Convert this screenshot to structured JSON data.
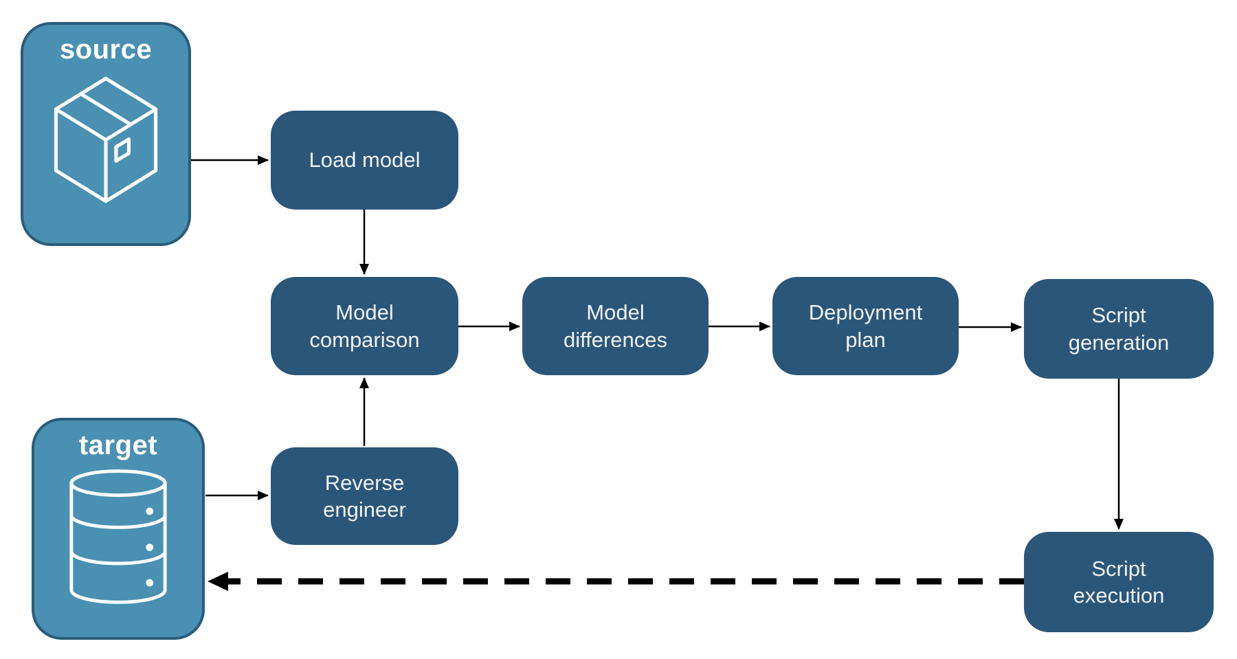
{
  "diagram": {
    "colors": {
      "endpoint_fill": "#4A90B2",
      "endpoint_border": "#2A5C7A",
      "process_fill": "#2A5679",
      "endpoint_text": "#FFFFFF",
      "process_text": "#F0F4F7",
      "arrow": "#000000",
      "background": "#FFFFFF"
    },
    "endpoints": [
      {
        "id": "source",
        "label": "source",
        "icon": "package-icon"
      },
      {
        "id": "target",
        "label": "target",
        "icon": "database-icon"
      }
    ],
    "steps": [
      {
        "id": "load-model",
        "label": "Load model"
      },
      {
        "id": "model-comparison",
        "label": "Model comparison"
      },
      {
        "id": "model-differences",
        "label": "Model differences"
      },
      {
        "id": "deployment-plan",
        "label": "Deployment plan"
      },
      {
        "id": "script-generation",
        "label": "Script generation"
      },
      {
        "id": "reverse-engineer",
        "label": "Reverse engineer"
      },
      {
        "id": "script-execution",
        "label": "Script execution"
      }
    ],
    "edges": [
      {
        "from": "source",
        "to": "load-model",
        "style": "solid"
      },
      {
        "from": "load-model",
        "to": "model-comparison",
        "style": "solid"
      },
      {
        "from": "target",
        "to": "reverse-engineer",
        "style": "solid"
      },
      {
        "from": "reverse-engineer",
        "to": "model-comparison",
        "style": "solid"
      },
      {
        "from": "model-comparison",
        "to": "model-differences",
        "style": "solid"
      },
      {
        "from": "model-differences",
        "to": "deployment-plan",
        "style": "solid"
      },
      {
        "from": "deployment-plan",
        "to": "script-generation",
        "style": "solid"
      },
      {
        "from": "script-generation",
        "to": "script-execution",
        "style": "solid"
      },
      {
        "from": "script-execution",
        "to": "target",
        "style": "dashed"
      }
    ]
  }
}
